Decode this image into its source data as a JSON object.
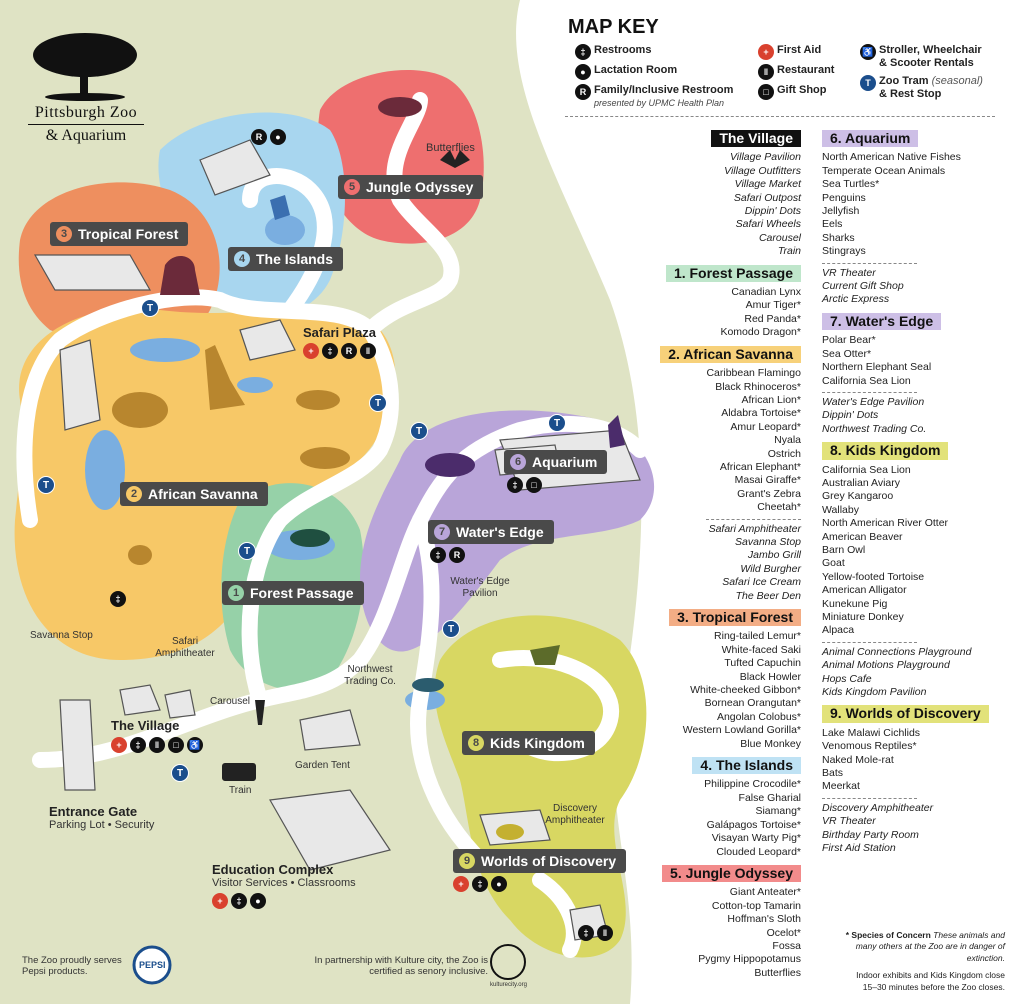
{
  "logo": {
    "line1": "Pittsburgh Zoo",
    "line2": "& Aquarium"
  },
  "map_key": {
    "title": "MAP KEY",
    "restrooms": "Restrooms",
    "lactation_room": "Lactation Room",
    "family_restroom": "Family/Inclusive Restroom",
    "family_restroom_sponsor": "presented by UPMC Health Plan",
    "first_aid": "First Aid",
    "restaurant": "Restaurant",
    "gift_shop": "Gift Shop",
    "stroller_line1": "Stroller, Wheelchair",
    "stroller_line2": "& Scooter Rentals",
    "tram_line1": "Zoo Tram",
    "tram_seasonal": "(seasonal)",
    "tram_line2": "& Rest Stop"
  },
  "colors": {
    "background": "#dfe3c4",
    "tropical_forest": "#ee8f5f",
    "islands": "#a8d6ef",
    "jungle_odyssey": "#ee6f6f",
    "african_savanna": "#f7c867",
    "forest_passage": "#96d1a8",
    "aquarium": "#b9a5d9",
    "kids_kingdom": "#d8d762",
    "path": "#ffffff",
    "label_bg": "#4a4a4a",
    "tram": "#1b4e8c",
    "first_aid": "#d9412e"
  },
  "map_labels": {
    "tropical_forest": {
      "num": "3",
      "name": "Tropical Forest"
    },
    "islands": {
      "num": "4",
      "name": "The Islands"
    },
    "jungle_odyssey": {
      "num": "5",
      "name": "Jungle Odyssey"
    },
    "african_savanna": {
      "num": "2",
      "name": "African Savanna"
    },
    "aquarium": {
      "num": "6",
      "name": "Aquarium"
    },
    "waters_edge": {
      "num": "7",
      "name": "Water's Edge"
    },
    "forest_passage": {
      "num": "1",
      "name": "Forest Passage"
    },
    "kids_kingdom": {
      "num": "8",
      "name": "Kids Kingdom"
    },
    "worlds_of_discovery": {
      "num": "9",
      "name": "Worlds of Discovery"
    },
    "butterflies": "Butterflies",
    "safari_plaza": "Safari Plaza",
    "waters_edge_pavilion": "Water's Edge Pavilion",
    "savanna_stop": "Savanna Stop",
    "safari_amphitheater": "Safari Amphitheater",
    "northwest_trading": "Northwest Trading Co.",
    "carousel": "Carousel",
    "the_village": "The Village",
    "garden_tent": "Garden Tent",
    "train": "Train",
    "entrance_gate": "Entrance Gate",
    "entrance_sub": "Parking Lot • Security",
    "discovery_amphitheater": "Discovery Amphitheater",
    "education_complex": "Education Complex",
    "education_sub": "Visitor Services • Classrooms",
    "pepsi_note": "The Zoo proudly serves Pepsi products.",
    "pepsi_logo": "PEPSI",
    "kulture_note": "In partnership with Kulture city, the Zoo is certified as senory inclusive.",
    "kulture_url": "kulturecity.org"
  },
  "legend": {
    "village": {
      "title": "The Village",
      "items": [
        "Village Pavilion",
        "Village Outfitters",
        "Village Market",
        "Safari Outpost",
        "Dippin' Dots",
        "Safari Wheels",
        "Carousel",
        "Train"
      ]
    },
    "forest_passage": {
      "title": "1. Forest Passage",
      "items": [
        "Canadian Lynx",
        "Amur Tiger*",
        "Red Panda*",
        "Komodo Dragon*"
      ]
    },
    "african_savanna": {
      "title": "2. African Savanna",
      "items": [
        "Caribbean Flamingo",
        "Black Rhinoceros*",
        "African Lion*",
        "Aldabra Tortoise*",
        "Amur Leopard*",
        "Nyala",
        "Ostrich",
        "African Elephant*",
        "Masai Giraffe*",
        "Grant's Zebra",
        "Cheetah*"
      ],
      "venues": [
        "Safari Amphitheater",
        "Savanna Stop",
        "Jambo Grill",
        "Wild Burgher",
        "Safari Ice Cream",
        "The Beer Den"
      ]
    },
    "tropical_forest": {
      "title": "3. Tropical Forest",
      "items": [
        "Ring-tailed Lemur*",
        "White-faced Saki",
        "Tufted Capuchin",
        "Black Howler",
        "White-cheeked Gibbon*",
        "Bornean Orangutan*",
        "Angolan Colobus*",
        "Western Lowland Gorilla*",
        "Blue Monkey"
      ]
    },
    "islands": {
      "title": "4. The Islands",
      "items": [
        "Philippine Crocodile*",
        "False Gharial",
        "Siamang*",
        "Galápagos Tortoise*",
        "Visayan Warty Pig*",
        "Clouded Leopard*"
      ]
    },
    "jungle_odyssey": {
      "title": "5. Jungle Odyssey",
      "items": [
        "Giant Anteater*",
        "Cotton-top Tamarin",
        "Hoffman's Sloth",
        "Ocelot*",
        "Fossa",
        "Pygmy Hippopotamus",
        "Butterflies"
      ]
    },
    "aquarium": {
      "title": "6. Aquarium",
      "items": [
        "North American Native Fishes",
        "Temperate Ocean Animals",
        "Sea Turtles*",
        "Penguins",
        "Jellyfish",
        "Eels",
        "Sharks",
        "Stingrays"
      ],
      "venues": [
        "VR Theater",
        "Current Gift Shop",
        "Arctic Express"
      ]
    },
    "waters_edge": {
      "title": "7. Water's Edge",
      "items": [
        "Polar Bear*",
        "Sea Otter*",
        "Northern Elephant Seal",
        "California Sea Lion"
      ],
      "venues": [
        "Water's Edge Pavilion",
        "Dippin' Dots",
        "Northwest Trading Co."
      ]
    },
    "kids_kingdom": {
      "title": "8. Kids Kingdom",
      "items": [
        "California Sea Lion",
        "Australian Aviary",
        "Grey Kangaroo",
        "Wallaby",
        "North American River Otter",
        "American Beaver",
        "Barn Owl",
        "Goat",
        "Yellow-footed Tortoise",
        "American Alligator",
        "Kunekune Pig",
        "Miniature Donkey",
        "Alpaca"
      ],
      "venues": [
        "Animal Connections Playground",
        "Animal Motions Playground",
        "Hops Cafe",
        "Kids Kingdom Pavilion"
      ]
    },
    "worlds_of_discovery": {
      "title": "9. Worlds of Discovery",
      "items": [
        "Lake Malawi Cichlids",
        "Venomous Reptiles*",
        "Naked Mole-rat",
        "Bats",
        "Meerkat"
      ],
      "venues": [
        "Discovery Amphitheater",
        "VR Theater",
        "Birthday Party Room",
        "First Aid Station"
      ]
    }
  },
  "footnote": {
    "species_title": "* Species of Concern",
    "species_text": "These animals and many others at the Zoo are in danger of extinction.",
    "closing": "Indoor exhibits and Kids Kingdom close 15–30 minutes before the Zoo closes."
  }
}
